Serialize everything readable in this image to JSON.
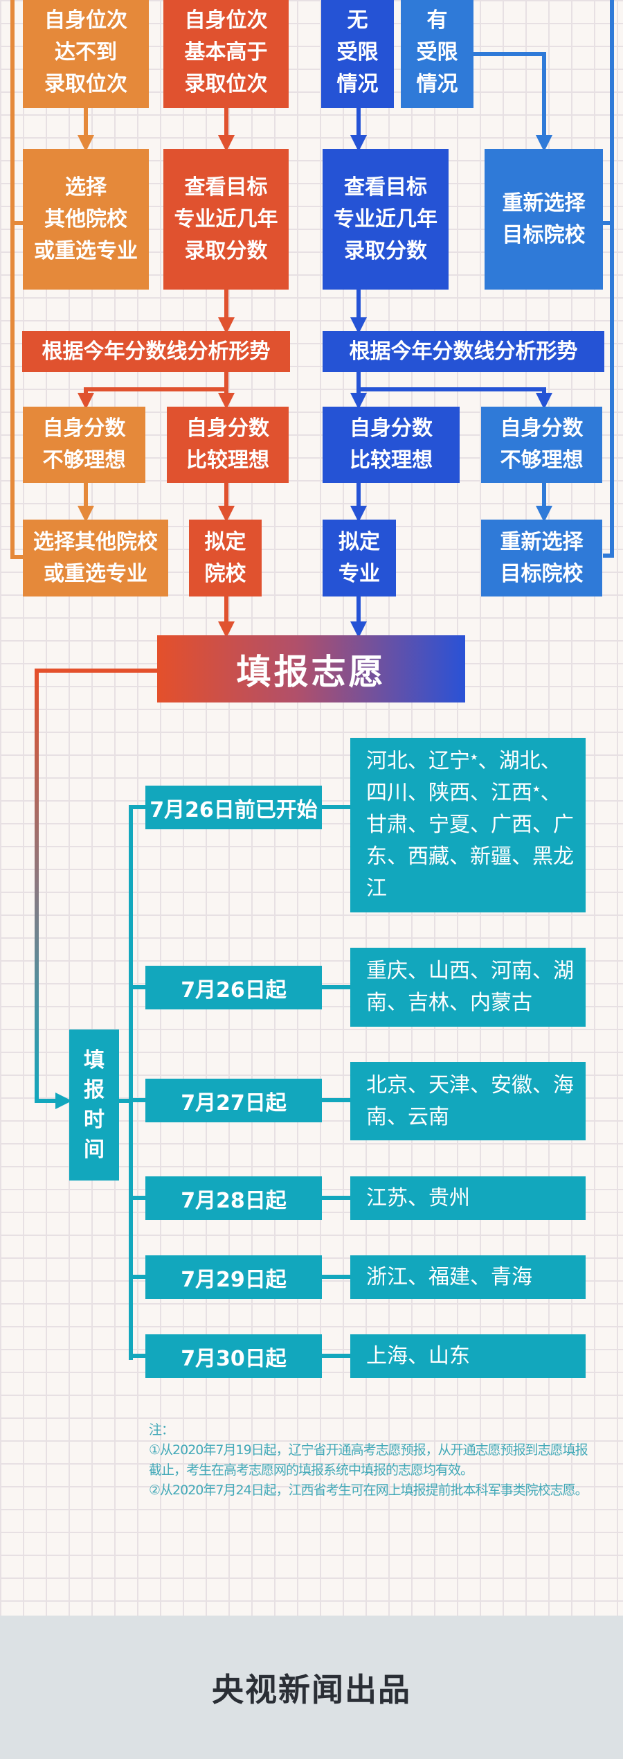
{
  "colors": {
    "orange": "#e5893a",
    "red": "#e0522f",
    "blue": "#2553d5",
    "light_blue": "#2f7ad8",
    "teal": "#12a7bd"
  },
  "flow": {
    "left": {
      "row1": [
        "自身位次\n达不到\n录取位次",
        "自身位次\n基本高于\n录取位次"
      ],
      "row2": [
        "选择\n其他院校\n或重选专业",
        "查看目标\n专业近几年\n录取分数"
      ],
      "analysis": "根据今年分数线分析形势",
      "row4": [
        "自身分数\n不够理想",
        "自身分数\n比较理想"
      ],
      "row5": [
        "选择其他院校\n或重选专业",
        "拟定\n院校"
      ]
    },
    "right": {
      "row1": [
        "无\n受限\n情况",
        "有\n受限\n情况"
      ],
      "row2": [
        "查看目标\n专业近几年\n录取分数",
        "重新选择\n目标院校"
      ],
      "analysis": "根据今年分数线分析形势",
      "row4": [
        "自身分数\n比较理想",
        "自身分数\n不够理想"
      ],
      "row5": [
        "拟定\n专业",
        "重新选择\n目标院校"
      ]
    },
    "title": "填报志愿"
  },
  "schedule": {
    "label": "填\n报\n时\n间",
    "rows": [
      {
        "date": "7月26日前已开始",
        "provinces": [
          {
            "name": "河北"
          },
          {
            "name": "辽宁",
            "star": true
          },
          {
            "name": "湖北"
          },
          {
            "name": "四川"
          },
          {
            "name": "陕西"
          },
          {
            "name": "江西",
            "star": true
          },
          {
            "name": "甘肃"
          },
          {
            "name": "宁夏"
          },
          {
            "name": "广西"
          },
          {
            "name": "广东"
          },
          {
            "name": "西藏"
          },
          {
            "name": "新疆"
          },
          {
            "name": "黑龙江"
          }
        ]
      },
      {
        "date": "7月26日起",
        "provinces": [
          {
            "name": "重庆"
          },
          {
            "name": "山西"
          },
          {
            "name": "河南"
          },
          {
            "name": "湖南"
          },
          {
            "name": "吉林"
          },
          {
            "name": "内蒙古"
          }
        ]
      },
      {
        "date": "7月27日起",
        "provinces": [
          {
            "name": "北京"
          },
          {
            "name": "天津"
          },
          {
            "name": "安徽"
          },
          {
            "name": "海南"
          },
          {
            "name": "云南"
          }
        ]
      },
      {
        "date": "7月28日起",
        "provinces": [
          {
            "name": "江苏"
          },
          {
            "name": "贵州"
          }
        ]
      },
      {
        "date": "7月29日起",
        "provinces": [
          {
            "name": "浙江"
          },
          {
            "name": "福建"
          },
          {
            "name": "青海"
          }
        ]
      },
      {
        "date": "7月30日起",
        "provinces": [
          {
            "name": "上海"
          },
          {
            "name": "山东"
          }
        ]
      }
    ],
    "star_symbol": "★",
    "separator": "、"
  },
  "notes": {
    "heading": "注：",
    "items": [
      "①从2020年7月19日起，辽宁省开通高考志愿预报，从开通志愿预报到志愿填报截止，考生在高考志愿网的填报系统中填报的志愿均有效。",
      "②从2020年7月24日起，江西省考生可在网上填报提前批本科军事类院校志愿。"
    ]
  },
  "footer": "央视新闻出品"
}
